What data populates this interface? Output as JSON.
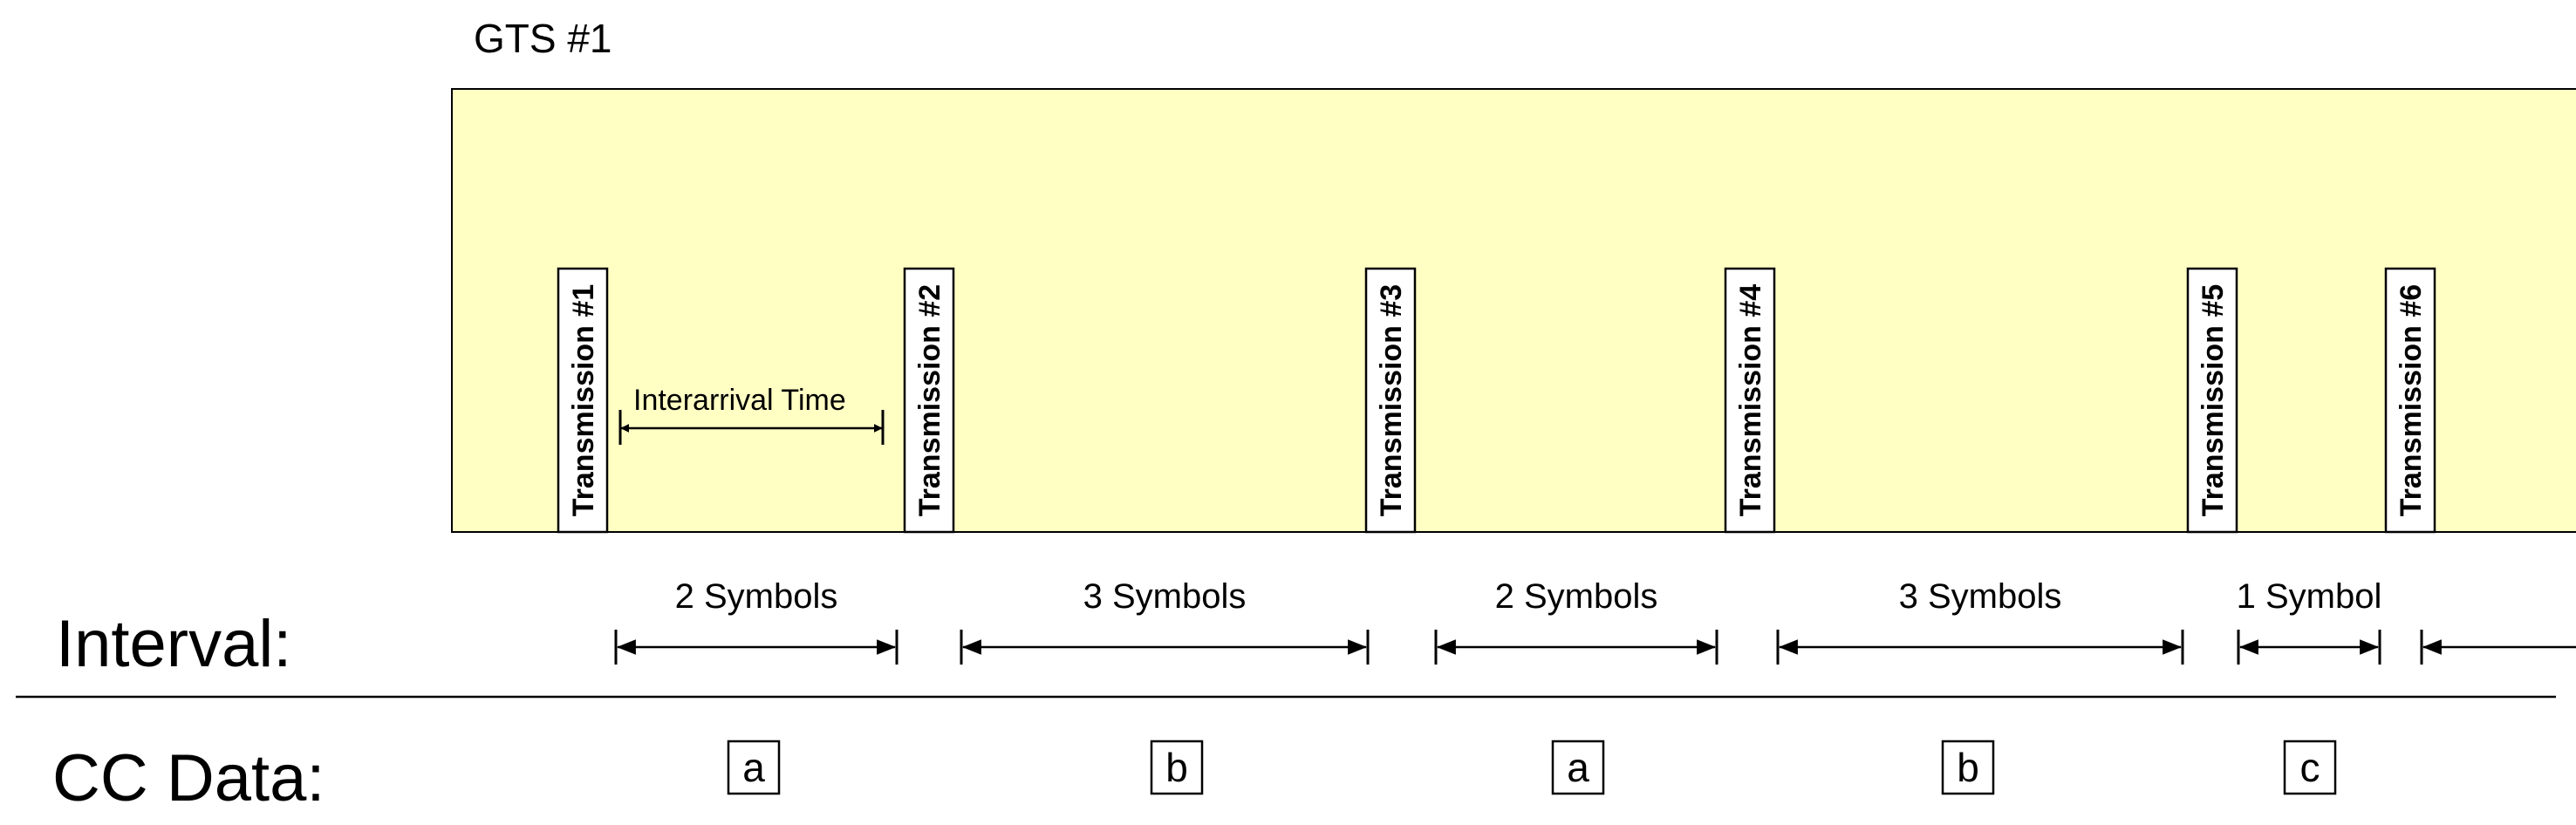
{
  "gts_title": "GTS #1",
  "transmissions": [
    {
      "label": "Transmission #1"
    },
    {
      "label": "Transmission #2"
    },
    {
      "label": "Transmission #3"
    },
    {
      "label": "Transmission #4"
    },
    {
      "label": "Transmission #5"
    },
    {
      "label": "Transmission #6"
    }
  ],
  "interarrival_label": "Interarrival Time",
  "interval_label": "Interval:",
  "intervals": [
    {
      "label": "2 Symbols",
      "symbols": 2
    },
    {
      "label": "3 Symbols",
      "symbols": 3
    },
    {
      "label": "2 Symbols",
      "symbols": 2
    },
    {
      "label": "3 Symbols",
      "symbols": 3
    },
    {
      "label": "1 Symbol",
      "symbols": 1
    }
  ],
  "cc_data_label": "CC Data:",
  "cc_data": [
    "a",
    "b",
    "a",
    "b",
    "c"
  ],
  "colors": {
    "gts_fill": "#FFFFC4",
    "stroke": "#000000",
    "background": "#FFFFFF"
  }
}
